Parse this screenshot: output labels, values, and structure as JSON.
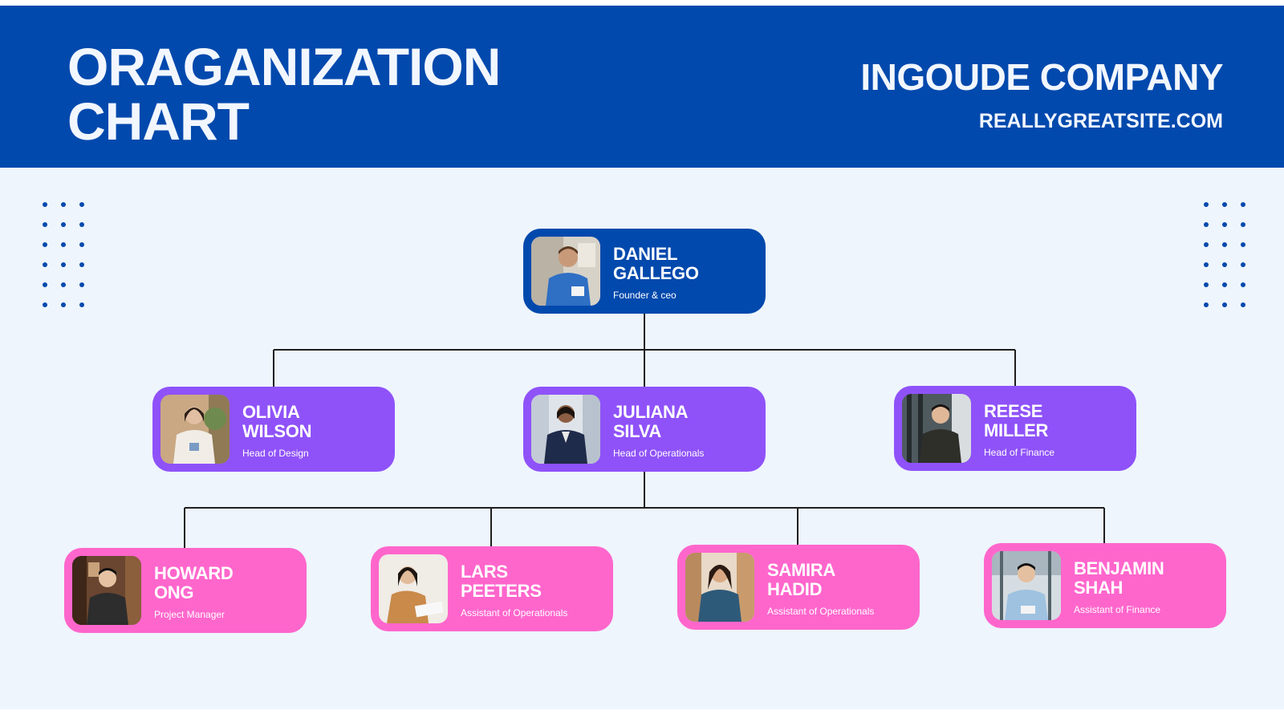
{
  "header": {
    "title_line1": "ORAGANIZATION",
    "title_line2": "CHART",
    "company": "INGOUDE COMPANY",
    "website": "REALLYGREATSITE.COM"
  },
  "colors": {
    "header": "#0249ad",
    "canvas": "#eef5fd",
    "level1": "#0249ad",
    "level2": "#8f52f9",
    "level3": "#ff66cc"
  },
  "people": {
    "daniel": {
      "first": "DANIEL",
      "last": "GALLEGO",
      "role": "Founder & ceo"
    },
    "olivia": {
      "first": "OLIVIA",
      "last": "WILSON",
      "role": "Head of Design"
    },
    "juliana": {
      "first": "JULIANA",
      "last": "SILVA",
      "role": "Head of Operationals"
    },
    "reese": {
      "first": "REESE",
      "last": "MILLER",
      "role": "Head of Finance"
    },
    "howard": {
      "first": "HOWARD",
      "last": "ONG",
      "role": "Project Manager"
    },
    "lars": {
      "first": "LARS",
      "last": "PEETERS",
      "role": "Assistant of Operationals"
    },
    "samira": {
      "first": "SAMIRA",
      "last": "HADID",
      "role": "Assistant of Operationals"
    },
    "benjamin": {
      "first": "BENJAMIN",
      "last": "SHAH",
      "role": "Assistant of Finance"
    }
  }
}
